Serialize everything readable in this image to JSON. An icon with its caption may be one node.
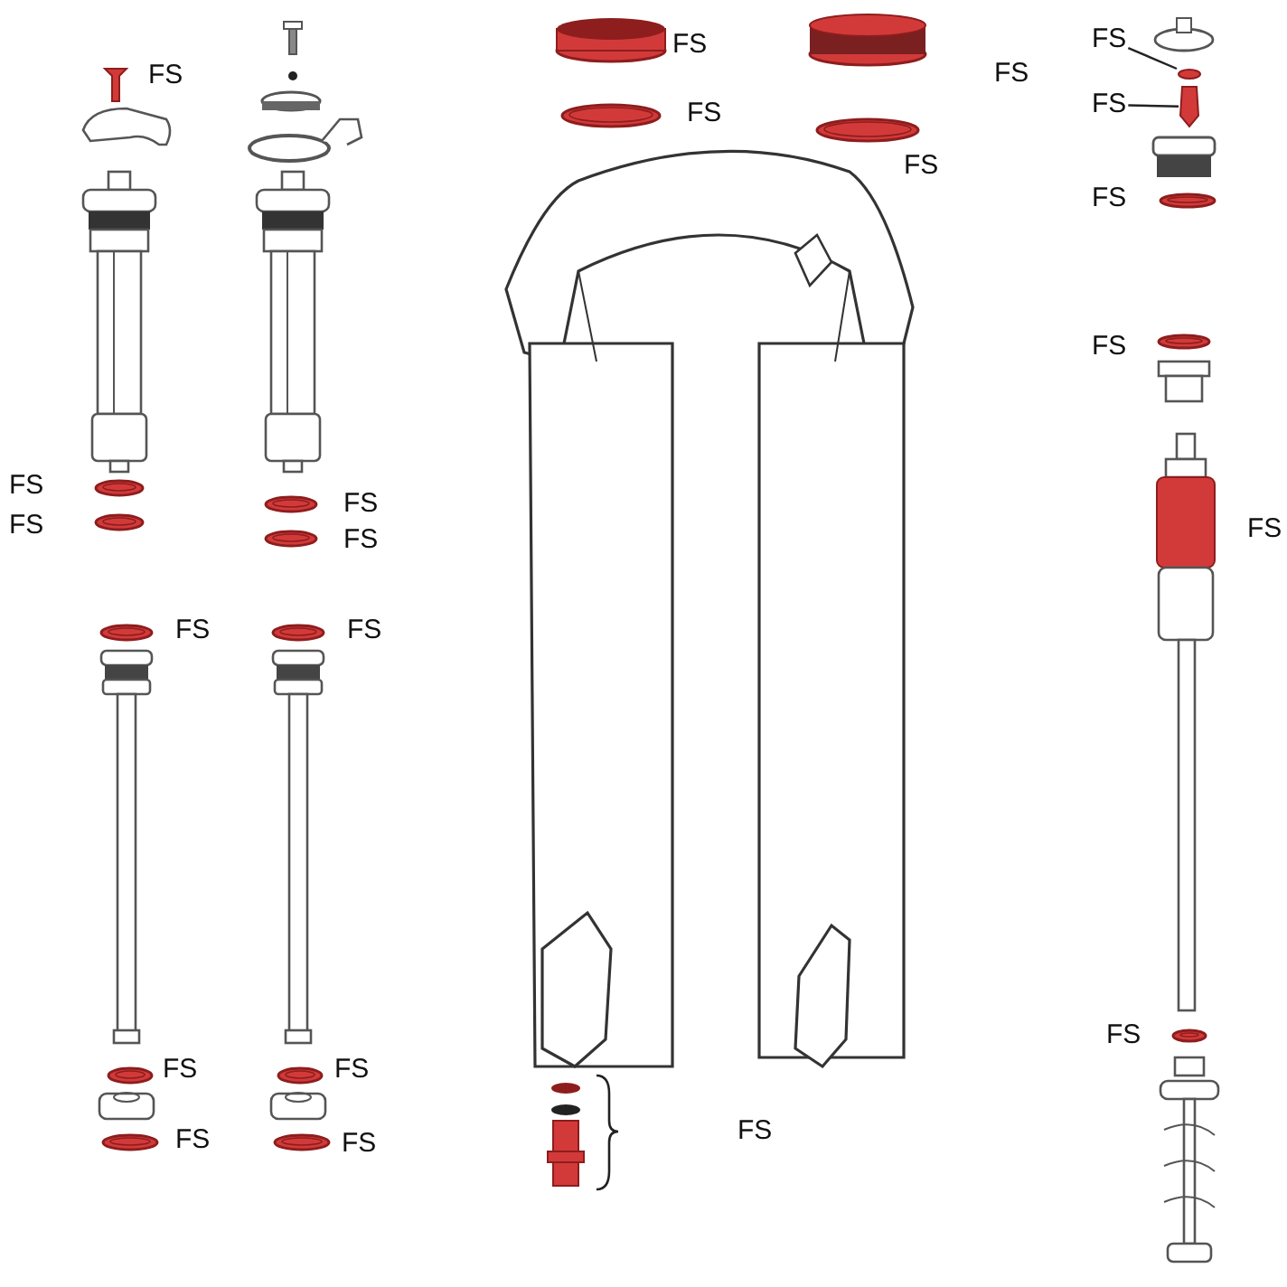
{
  "diagram": {
    "nodes": [
      {
        "text": [
          "FS"
        ]
      },
      {
        "text": [
          "FS"
        ]
      },
      {
        "text": [],
        "shape": "circle"
      },
      {
        "text": [],
        "shape": "box"
      }
    ],
    "edges": [
      {
        "from": 0,
        "to": 2,
        "arrow": "none"
      },
      {
        "from": 1,
        "to": 3,
        "arrow": "none"
      }
    ],
    "labels": [
      "FS",
      "FS",
      "FS",
      "FS",
      "FS",
      "FS",
      "FS",
      "FS",
      "FS",
      "FS",
      "FS",
      "FS",
      "FS",
      "FS",
      "FS",
      "FS",
      "FS",
      "FS",
      "FS",
      "FS"
    ]
  }
}
